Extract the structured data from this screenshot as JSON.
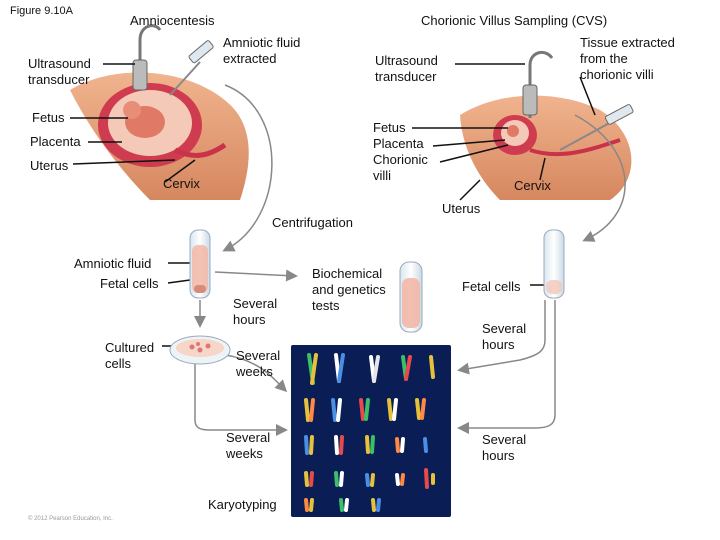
{
  "figure_label": "Figure 9.10A",
  "copyright": "© 2012 Pearson Education, Inc.",
  "amniocentesis": {
    "title": "Amniocentesis",
    "ultrasound": "Ultrasound\ntransducer",
    "fluid_extracted": "Amniotic fluid\nextracted",
    "fetus": "Fetus",
    "placenta": "Placenta",
    "uterus": "Uterus",
    "cervix": "Cervix",
    "centrifugation": "Centrifugation",
    "amniotic_fluid": "Amniotic fluid",
    "fetal_cells": "Fetal cells",
    "several_hours": "Several\nhours",
    "cultured_cells": "Cultured\ncells",
    "several_weeks_1": "Several\nweeks",
    "several_weeks_2": "Several\nweeks",
    "biochem": "Biochemical\nand genetics\ntests",
    "karyotyping": "Karyotyping"
  },
  "cvs": {
    "title": "Chorionic Villus Sampling (CVS)",
    "tissue": "Tissue extracted\nfrom the\nchorionic villi",
    "ultrasound": "Ultrasound\ntransducer",
    "fetus_group": "Fetus\nPlacenta\nChorionic\nvilli",
    "cervix": "Cervix",
    "uterus": "Uterus",
    "fetal_cells": "Fetal cells",
    "several_hours_1": "Several\nhours",
    "several_hours_2": "Several\nhours"
  },
  "colors": {
    "skin": "#e8a27c",
    "skin_dark": "#c97755",
    "uterus": "#c8334a",
    "tube_fluid": "#f2b7a6",
    "karyotype_bg": "#0a1e55",
    "arrow": "#888888"
  }
}
